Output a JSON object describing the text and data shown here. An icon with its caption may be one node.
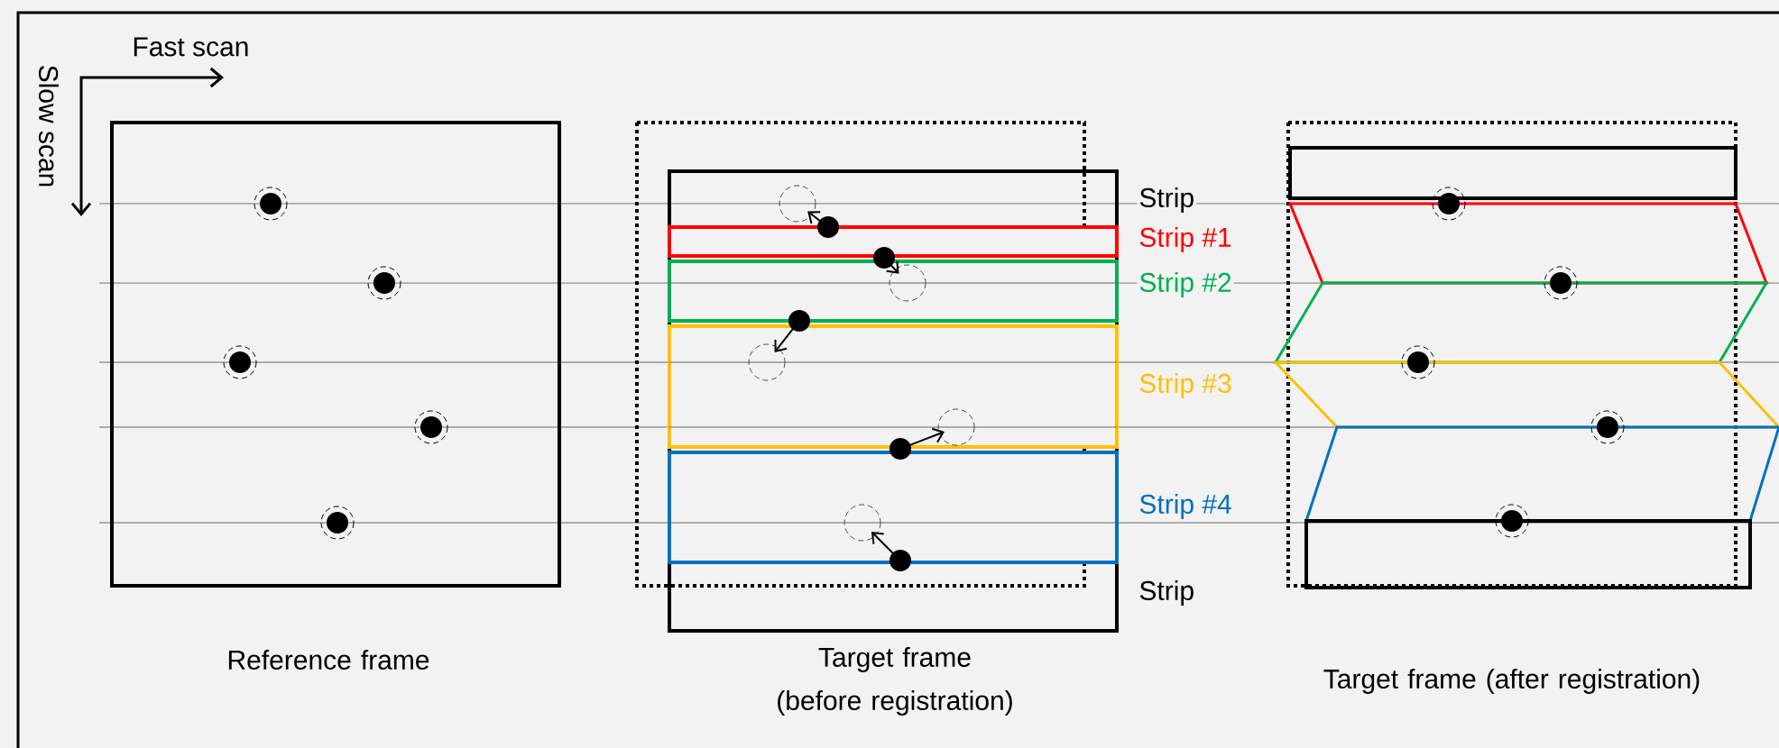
{
  "diagram": {
    "labels": [
      "Fast scan",
      "Slow scan",
      "Strip",
      "Strip #1",
      "Strip #2",
      "Strip #3",
      "Strip #4",
      "Strip",
      "Reference frame",
      "Target frame (before registration)",
      "Target frame (after registration)"
    ]
  }
}
